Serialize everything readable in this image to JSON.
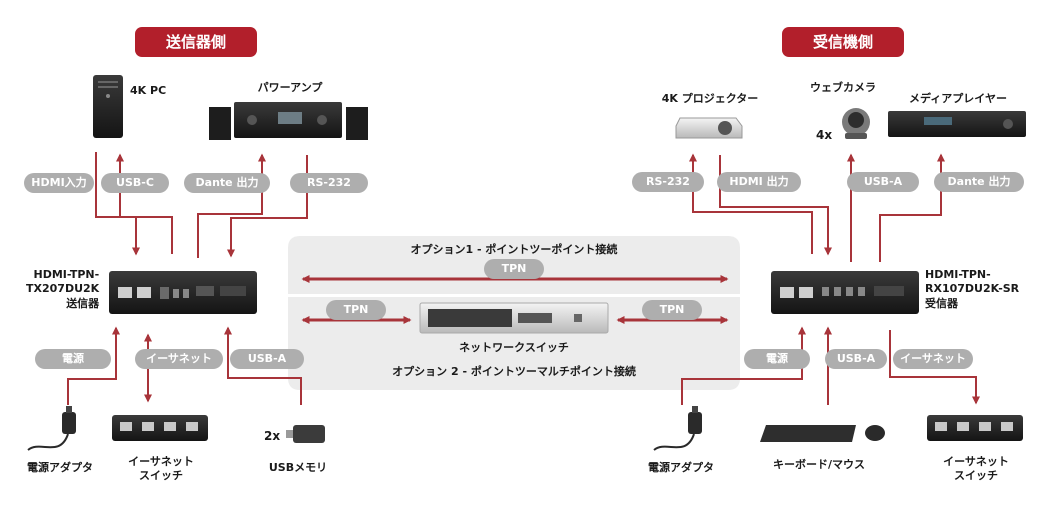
{
  "headers": {
    "transmitter_side": "送信器側",
    "receiver_side": "受信機側"
  },
  "transmitter": {
    "devices": {
      "pc": "4K PC",
      "amp": "パワーアンプ",
      "psu": "電源アダプタ",
      "switch": "イーサネット\nスイッチ",
      "usb": "USBメモリ",
      "usb_qty": "2x"
    },
    "unit": "HDMI-TPN-\nTX207DU2K\n送信器",
    "ports_top": [
      "HDMI入力",
      "USB-C",
      "Dante 出力",
      "RS-232"
    ],
    "ports_bottom": [
      "電源",
      "イーサネット",
      "USB-A"
    ]
  },
  "receiver": {
    "devices": {
      "projector": "4K プロジェクター",
      "webcam": "ウェブカメラ",
      "webcam_qty": "4x",
      "player": "メディアプレイヤー",
      "psu": "電源アダプタ",
      "keyboard": "キーボード/マウス",
      "switch": "イーサネット\nスイッチ"
    },
    "unit": "HDMI-TPN-\nRX107DU2K-SR\n受信器",
    "ports_top": [
      "RS-232",
      "HDMI 出力",
      "USB-A",
      "Dante 出力"
    ],
    "ports_bottom": [
      "電源",
      "USB-A",
      "イーサネット"
    ]
  },
  "network": {
    "option1": "オプション1 - ポイントツーポイント接続",
    "option2": "オプション 2 - ポイントツーマルチポイント接続",
    "tpn": "TPN",
    "switch_label": "ネットワークスイッチ"
  },
  "colors": {
    "accent": "#b21f2b",
    "arrow": "#a8343a",
    "pill": "#aeaeae",
    "panel": "#ececec"
  }
}
